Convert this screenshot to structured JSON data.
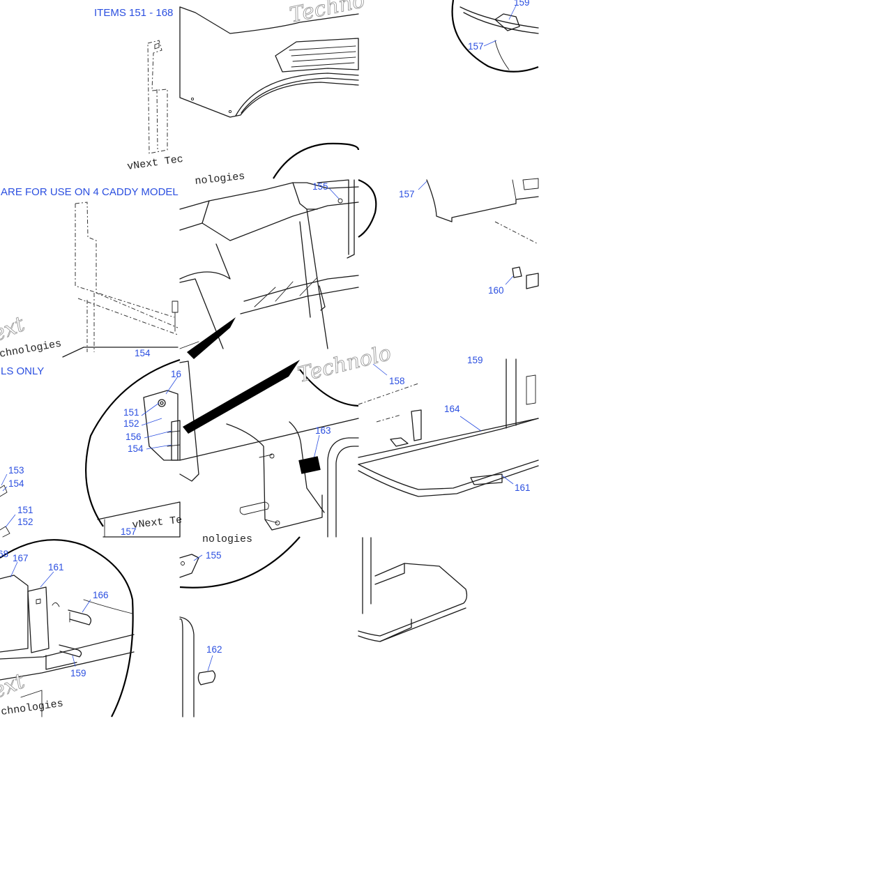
{
  "header": {
    "items_range": "ITEMS 151 - 168",
    "note_part_a": "ARE FOR USE ON 4 CADDY MODEL",
    "note_part_b": "LS ONLY"
  },
  "watermarks": {
    "brand_a": "Techno",
    "brand_b": "vNext Tec",
    "brand_c": "nologies",
    "brand_d": "chnologies",
    "brand_e": "Technolo",
    "brand_f": "vNext Te",
    "brand_g": "ext",
    "brand_h": "nologies"
  },
  "parts": {
    "p151": "151",
    "p152": "152",
    "p153": "153",
    "p154": "154",
    "p155": "155",
    "p156": "156",
    "p157": "157",
    "p158": "158",
    "p159": "159",
    "p160": "160",
    "p161": "161",
    "p162": "162",
    "p163": "163",
    "p164": "164",
    "p166": "166",
    "p167": "167",
    "p168_frag": "68",
    "p16_frag": "16",
    "p159_frag": "159",
    "p158_frag": "158"
  }
}
